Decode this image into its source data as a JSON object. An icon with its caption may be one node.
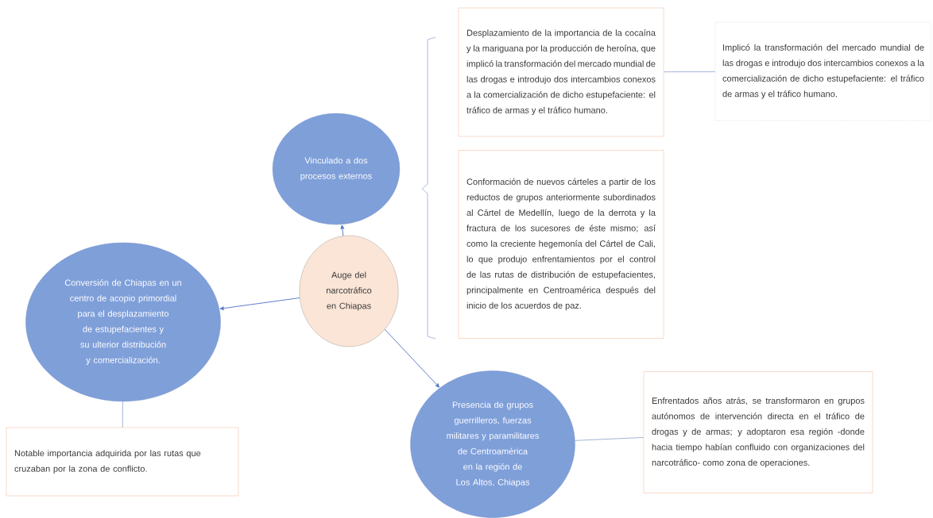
{
  "diagram": {
    "nodes": [
      {
        "text": [
          "Auge del narcotráfico en Chiapas"
        ]
      },
      {
        "text": [
          "Vinculado a dos procesos externos"
        ]
      },
      {
        "text": [
          "Desplazamiento de la importancia de la cocaína y la mariguana por la producción de heroína, que implicó la transformación del mercado mundial de las drogas e introdujo dos intercambios conexos a la comercialización de dicho estupefaciente: el tráfico de armas y el tráfico humano."
        ]
      },
      {
        "text": [
          "Implicó la transformación del mercado mundial de las drogas e introdujo dos intercambios conexos a la comercialización de dicho estupefaciente: el tráfico de armas y el tráfico humano."
        ]
      },
      {
        "text": [
          "Conformación de nuevos cárteles a partir de los reductos de grupos anteriormente subordinados al Cártel de Medellín, luego de la derrota y la fractura de los sucesores de éste mismo; así como la creciente hegemonía del Cártel de Cali, lo que produjo enfrentamientos por el control de las rutas de distribución de estupefacientes, principalmente en Centroamérica después del inicio de los acuerdos de paz."
        ]
      },
      {
        "text": [
          "Conversión de Chiapas en un centro de acopio primordial para el desplazamiento de estupefacientes y su ulterior distribución y comercialización."
        ]
      },
      {
        "text": [
          "Notable importancia adquirida por las rutas que cruzaban por la zona de conflicto."
        ]
      },
      {
        "text": [
          "Presencia de grupos guerrilleros, fuerzas militares y paramilitares de Centroamérica en la región de Los Altos, Chiapas"
        ]
      },
      {
        "text": [
          "Enfrentados años atrás, se transformaron en grupos autónomos de intervención directa en el tráfico de drogas y de armas; y adoptaron esa región -donde hacia tiempo habían confluido con organizaciones del narcotráfico- como zona de operaciones."
        ]
      }
    ],
    "edges": [
      {
        "from": 0,
        "to": 1,
        "arrow": "to"
      },
      {
        "from": 0,
        "to": 5,
        "arrow": "to"
      },
      {
        "from": 0,
        "to": 7,
        "arrow": "to"
      },
      {
        "from": 2,
        "to": 3,
        "arrow": "none"
      },
      {
        "from": 5,
        "to": 6,
        "arrow": "none"
      },
      {
        "from": 7,
        "to": 8,
        "arrow": "none"
      }
    ]
  }
}
